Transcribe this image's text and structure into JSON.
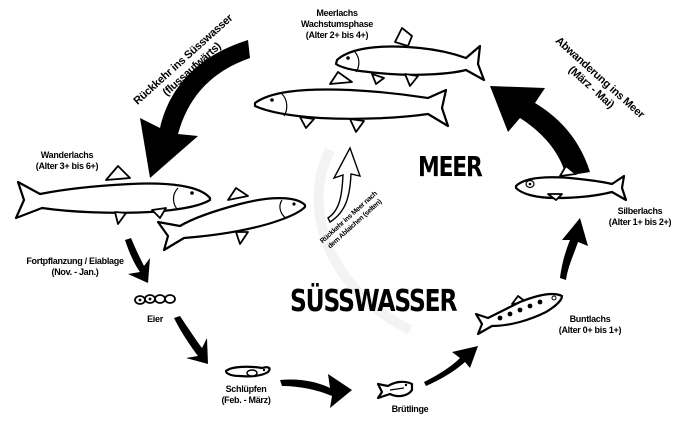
{
  "diagram": {
    "title": "Lebenszyklus des Lachses",
    "zones": {
      "sea": "MEER",
      "freshwater": "SÜSSWASSER"
    },
    "stages": [
      {
        "id": "meerlachs",
        "lines": [
          "Meerlachs",
          "Wachstumsphase",
          "(Alter 2+ bis 4+)"
        ]
      },
      {
        "id": "wanderlachs",
        "lines": [
          "Wanderlachs",
          "(Alter 3+ bis 6+)"
        ]
      },
      {
        "id": "fortpflanzung",
        "lines": [
          "Fortpflanzung / Eiablage",
          "(Nov. - Jan.)"
        ]
      },
      {
        "id": "eier",
        "lines": [
          "Eier"
        ]
      },
      {
        "id": "schluepfen",
        "lines": [
          "Schlüpfen",
          "(Feb. - März)"
        ]
      },
      {
        "id": "bruetlinge",
        "lines": [
          "Brütlinge"
        ]
      },
      {
        "id": "buntlachs",
        "lines": [
          "Buntlachs",
          "(Alter 0+ bis 1+)"
        ]
      },
      {
        "id": "silberlachs",
        "lines": [
          "Silberlachs",
          "(Alter 1+ bis 2+)"
        ]
      }
    ],
    "transitions": [
      {
        "id": "rueckkehr",
        "lines": [
          "Rückkehr ins Süsswasser",
          "(flussaufwärts)"
        ]
      },
      {
        "id": "abwanderung",
        "lines": [
          "Abwanderung ins Meer",
          "(März - Mai)"
        ]
      },
      {
        "id": "rueckkehr-meer",
        "lines": [
          "Rückkehr ins Meer nach",
          "dem Ablaichen (selten)"
        ]
      }
    ],
    "colors": {
      "ink": "#000000",
      "background": "#ffffff"
    }
  }
}
